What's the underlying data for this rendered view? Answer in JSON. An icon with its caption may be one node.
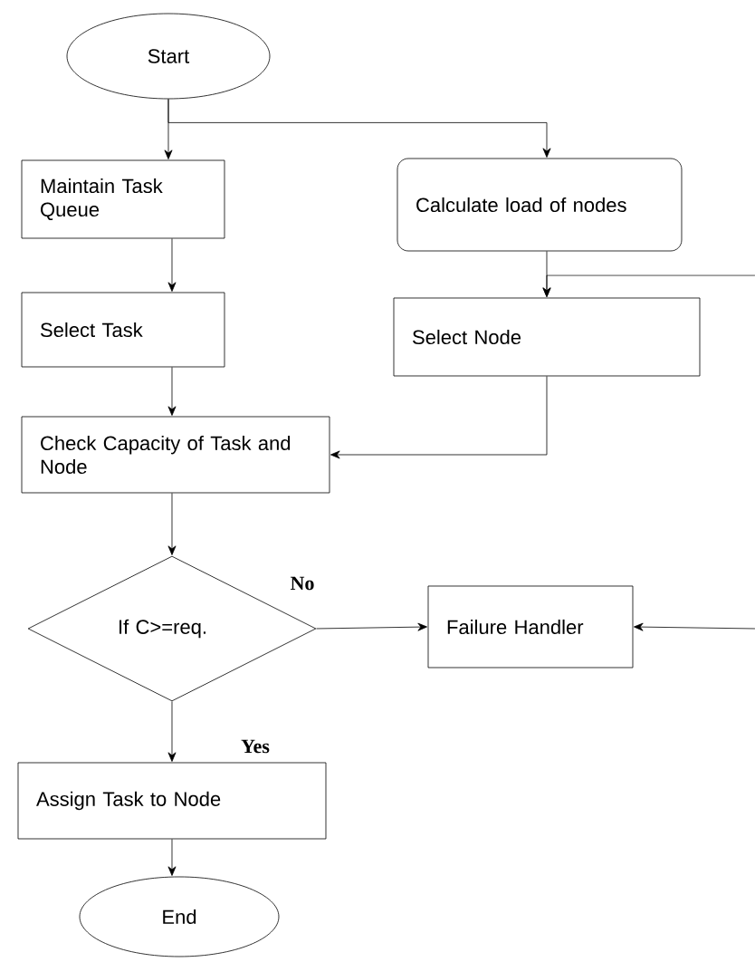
{
  "diagram": {
    "nodes": [
      {
        "text": [
          "Start"
        ]
      },
      {
        "text": [
          "Maintain Task Queue"
        ]
      },
      {
        "text": [
          "Calculate load of nodes"
        ]
      },
      {
        "text": [
          "Select Task"
        ]
      },
      {
        "text": [
          "Select Node"
        ]
      },
      {
        "text": [
          "Check Capacity of Task and Node"
        ]
      },
      {
        "text": [
          "If C>=req."
        ]
      },
      {
        "text": [
          "Failure Handler"
        ]
      },
      {
        "text": [
          "Assign Task to Node"
        ]
      },
      {
        "text": [
          "End"
        ]
      }
    ],
    "edges": [
      {
        "from": 0,
        "to": 1,
        "arrow": "to"
      },
      {
        "from": 0,
        "to": 2,
        "arrow": "to"
      },
      {
        "from": 1,
        "to": 3,
        "arrow": "to"
      },
      {
        "from": 3,
        "to": 5,
        "arrow": "to"
      },
      {
        "from": 2,
        "to": 4,
        "arrow": "to"
      },
      {
        "from": 4,
        "to": 5,
        "arrow": "to"
      },
      {
        "from": 5,
        "to": 6,
        "arrow": "to"
      },
      {
        "from": 6,
        "to": 7,
        "arrow": "to",
        "label": "No"
      },
      {
        "from": 6,
        "to": 8,
        "arrow": "to",
        "label": "Yes"
      },
      {
        "from": 8,
        "to": 9,
        "arrow": "to"
      },
      {
        "from": null,
        "to": 4,
        "arrow": "to"
      },
      {
        "from": null,
        "to": 7,
        "arrow": "to"
      }
    ]
  }
}
